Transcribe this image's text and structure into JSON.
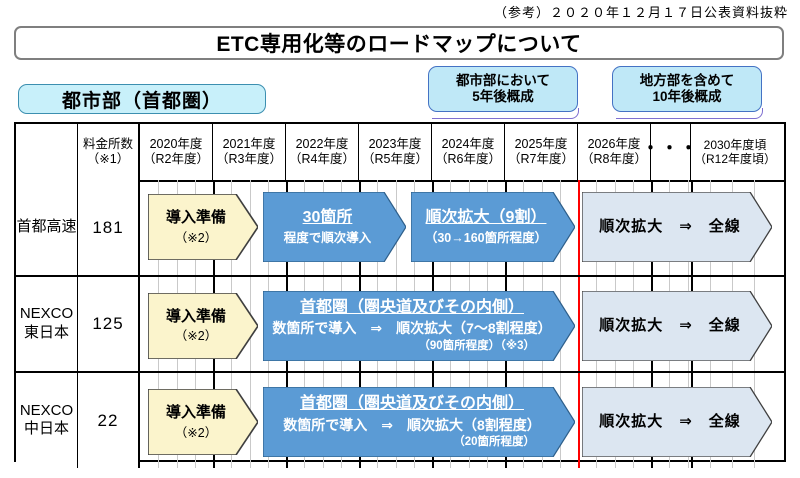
{
  "header_note": "（参考）２０２０年１２月１７日公表資料抜粋",
  "title": "ETC専用化等のロードマップについて",
  "region_label": "都市部（首都圏）",
  "callouts": [
    {
      "line1": "都市部において",
      "line2": "5年後概成"
    },
    {
      "line1": "地方部を含めて",
      "line2": "10年後概成"
    }
  ],
  "table": {
    "header": {
      "corner": "",
      "count_col": {
        "line1": "料金所数",
        "line2": "（※1）"
      },
      "years": [
        {
          "line1": "2020年度",
          "line2": "（R2年度）"
        },
        {
          "line1": "2021年度",
          "line2": "（R3年度）"
        },
        {
          "line1": "2022年度",
          "line2": "（R4年度）"
        },
        {
          "line1": "2023年度",
          "line2": "（R5年度）"
        },
        {
          "line1": "2024年度",
          "line2": "（R6年度）"
        },
        {
          "line1": "2025年度",
          "line2": "（R7年度）"
        },
        {
          "line1": "2026年度",
          "line2": "（R8年度）"
        }
      ],
      "ellipsis": "・・・",
      "last_year": {
        "line1": "2030年度頃",
        "line2": "（R12年度頃）"
      }
    },
    "rows": [
      {
        "name_line1": "首都高速",
        "name_line2": "",
        "count": "181",
        "prep": {
          "line1": "導入準備",
          "line2": "（※2）"
        },
        "phase1": {
          "line1": "30箇所",
          "line2": "程度で順次導入",
          "line3": ""
        },
        "phase2": {
          "line1": "順次拡大（9割）",
          "line2": "（30→160箇所程度）",
          "line3": ""
        },
        "future": {
          "line1": "順次拡大　⇒　全線"
        }
      },
      {
        "name_line1": "NEXCO",
        "name_line2": "東日本",
        "count": "125",
        "prep": {
          "line1": "導入準備",
          "line2": "（※2）"
        },
        "wide": {
          "line1": "首都圏（圏央道及びその内側）",
          "line2": "数箇所で導入　⇒　順次拡大（7～8割程度）",
          "line3": "（90箇所程度）（※3）"
        },
        "future": {
          "line1": "順次拡大　⇒　全線"
        }
      },
      {
        "name_line1": "NEXCO",
        "name_line2": "中日本",
        "count": "22",
        "prep": {
          "line1": "導入準備",
          "line2": "（※2）"
        },
        "wide": {
          "line1": "首都圏（圏央道及びその内側）",
          "line2": "数箇所で導入　⇒　順次拡大（8割程度）",
          "line3": "（20箇所程度）"
        },
        "future": {
          "line1": "順次拡大　⇒　全線"
        }
      }
    ]
  },
  "colors": {
    "chevron_prep_fill": "#fbf4cc",
    "chevron_main_fill": "#5b9bd5",
    "chevron_future_fill": "#dce6f1",
    "callout_fill": "#bfe8f7",
    "region_fill": "#c8f0fa",
    "divider_red": "#ff0000"
  }
}
